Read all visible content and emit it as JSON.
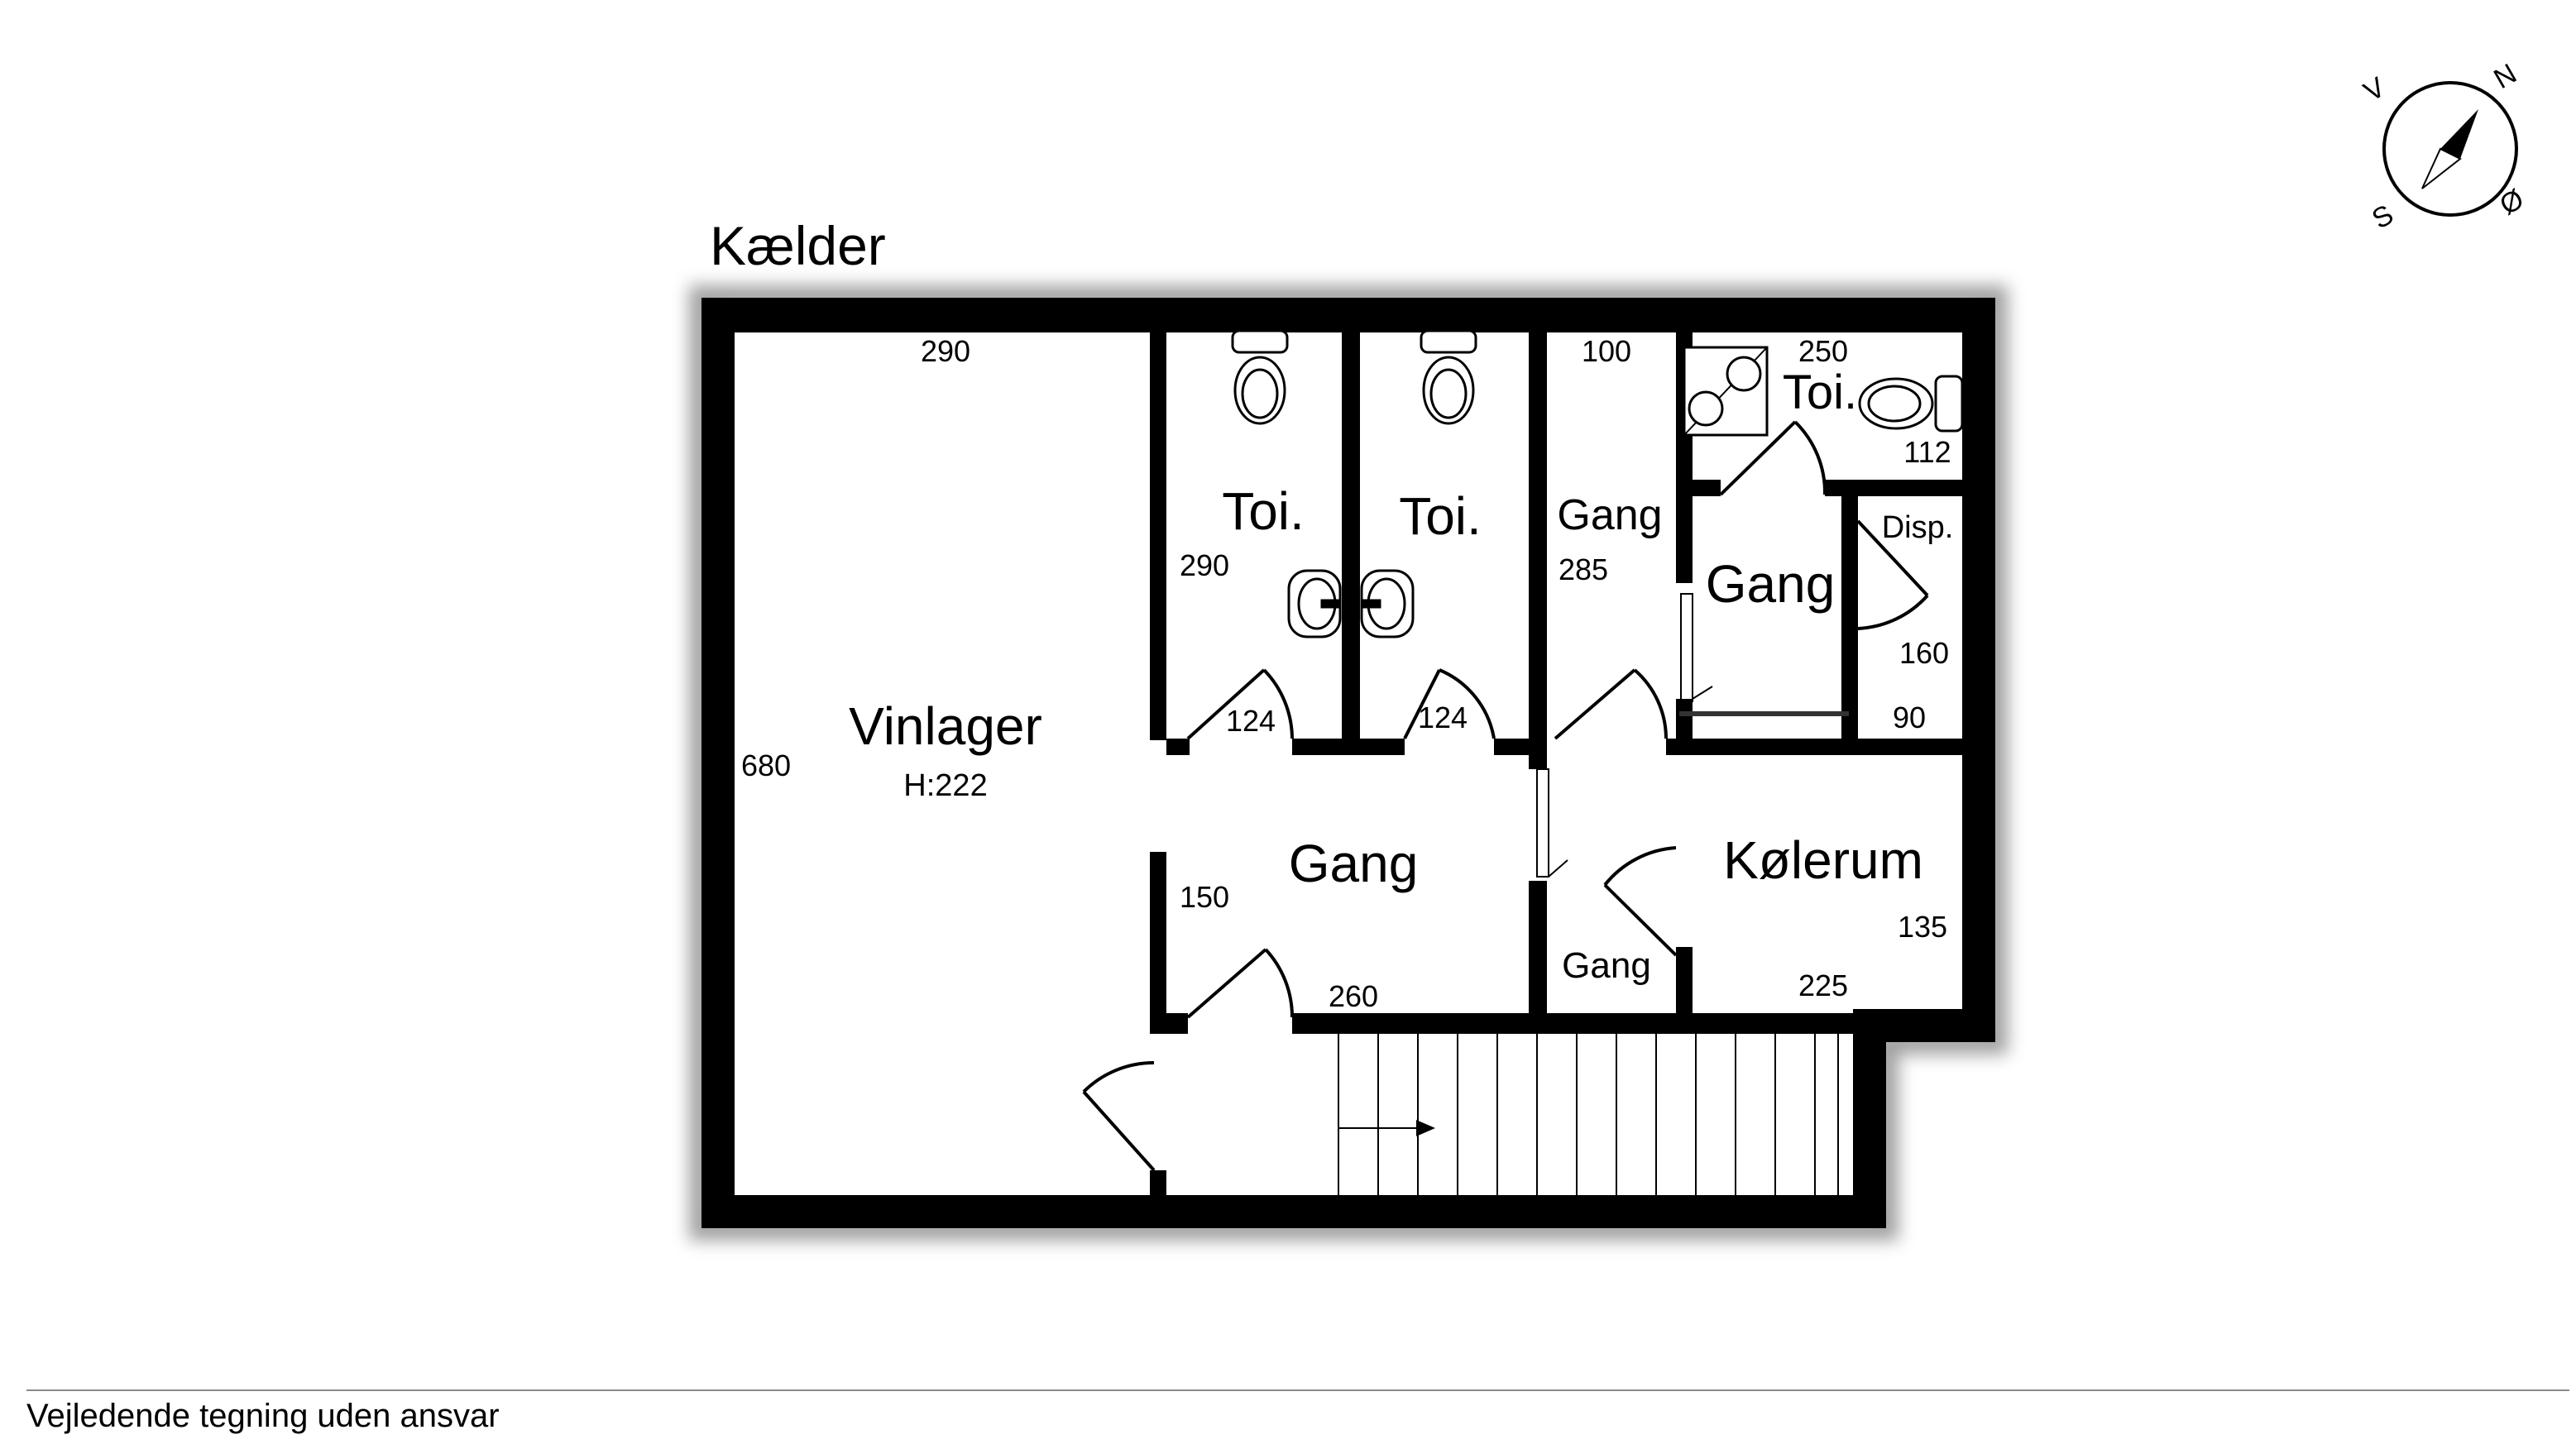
{
  "floor": {
    "title": "Kælder"
  },
  "compass": {
    "north": "N",
    "east": "Ø",
    "south": "S",
    "west": "V"
  },
  "rooms": {
    "vinlager": {
      "name": "Vinlager",
      "height": "H:222",
      "width": "290",
      "length": "680"
    },
    "toilet1": {
      "name": "Toi.",
      "length": "290",
      "door": "124"
    },
    "toilet2": {
      "name": "Toi.",
      "door": "124"
    },
    "gang_upper": {
      "name": "Gang",
      "width": "100",
      "length": "285"
    },
    "toilet3": {
      "name": "Toi.",
      "width": "250",
      "length": "112"
    },
    "gang_right": {
      "name": "Gang"
    },
    "disp": {
      "name": "Disp.",
      "length": "160",
      "width": "90"
    },
    "gang_main": {
      "name": "Gang",
      "length": "150",
      "width": "260"
    },
    "gang_small": {
      "name": "Gang"
    },
    "kolerum": {
      "name": "Kølerum",
      "length": "135",
      "width": "225"
    }
  },
  "footer": {
    "disclaimer": "Vejledende tegning uden ansvar"
  }
}
